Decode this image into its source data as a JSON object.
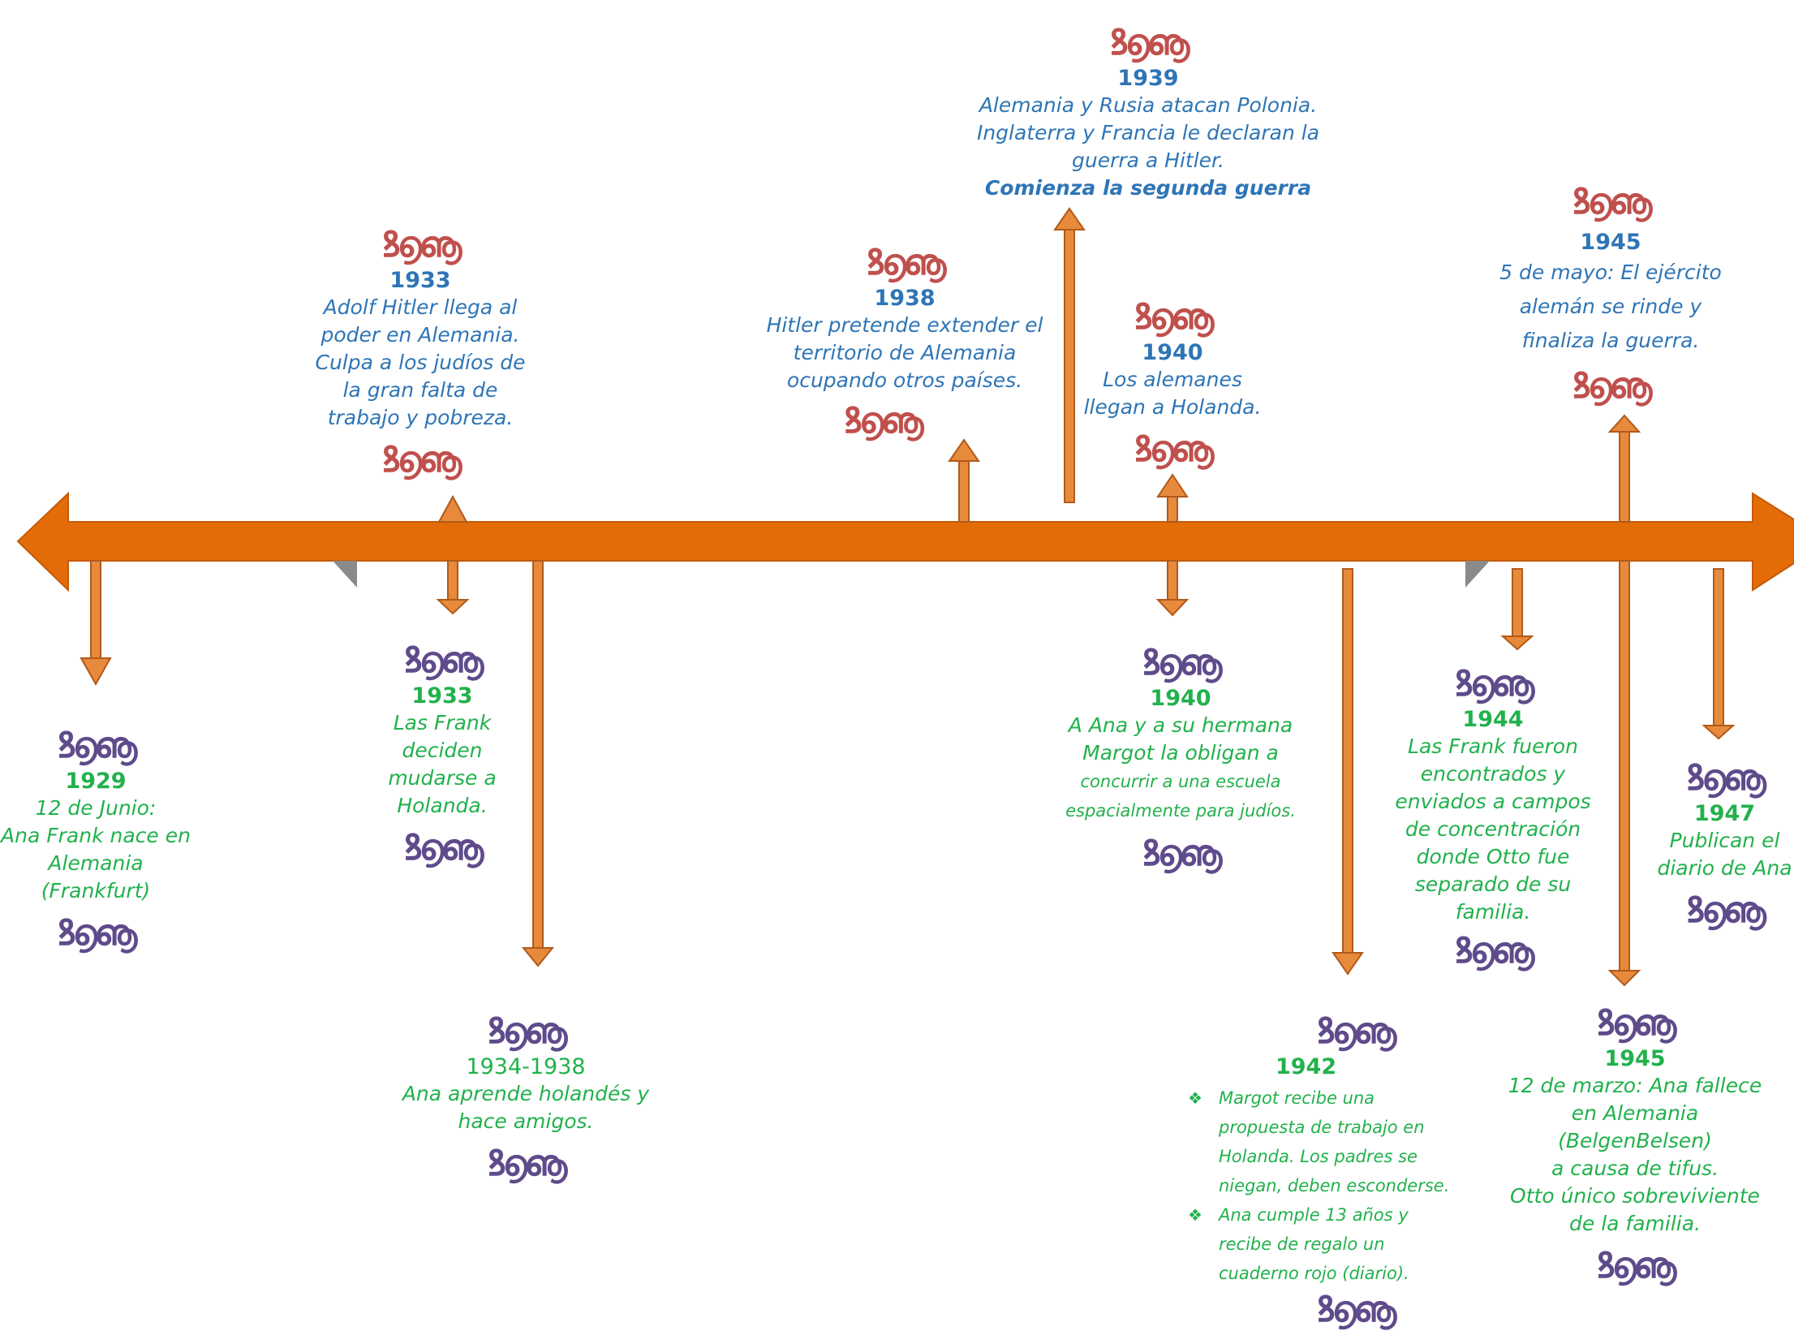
{
  "ornament": {
    "top": "ꝸ൭ൡ",
    "bottom": "ꝸ൭ൡ"
  },
  "colors": {
    "axis": "#e36c09",
    "arrow_fill": "#e88a3c",
    "arrow_stroke": "#b05a1a",
    "blue_text": "#2e75b6",
    "green_text": "#22b14c",
    "ornament_red": "#c0504d",
    "ornament_purple": "#5f4b8b"
  },
  "events": {
    "e1929": {
      "year": "1929",
      "lines": [
        "12 de Junio:",
        "Ana Frank nace en",
        "Alemania",
        "(Frankfurt)"
      ]
    },
    "e1933a": {
      "year": "1933",
      "lines": [
        "Adolf  Hitler llega al",
        "poder en Alemania.",
        "Culpa a los judíos de",
        "la gran falta de",
        "trabajo y pobreza."
      ]
    },
    "e1933b": {
      "year": "1933",
      "lines": [
        "Las Frank",
        "deciden",
        "mudarse a",
        "Holanda."
      ]
    },
    "e1934": {
      "year": "1934-1938",
      "lines": [
        "Ana aprende holandés y",
        "hace amigos."
      ]
    },
    "e1938": {
      "year": "1938",
      "lines": [
        "Hitler pretende extender el",
        "territorio de Alemania",
        "ocupando otros países."
      ]
    },
    "e1939": {
      "year": "1939",
      "lines": [
        "Alemania y Rusia atacan Polonia.",
        "Inglaterra y Francia le declaran la",
        "guerra a Hitler."
      ],
      "bold_line": "Comienza la segunda guerra"
    },
    "e1940a": {
      "year": "1940",
      "lines": [
        "Los alemanes",
        "llegan a Holanda."
      ]
    },
    "e1940b": {
      "year": "1940",
      "lines": [
        "A Ana y a su hermana",
        "Margot la obligan a",
        "concurrir a una escuela",
        "espacialmente para judíos."
      ]
    },
    "e1942": {
      "year": "1942",
      "bullets": [
        [
          "Margot recibe una",
          "propuesta de trabajo en",
          "Holanda. Los padres se",
          "niegan,  deben esconderse."
        ],
        [
          "Ana cumple 13 años y",
          "recibe de regalo un",
          "cuaderno rojo (diario)."
        ]
      ]
    },
    "e1944": {
      "year": "1944",
      "lines": [
        "Las Frank fueron",
        "encontrados y",
        "enviados a  campos",
        "de concentración",
        "donde Otto fue",
        "separado de su",
        "familia."
      ]
    },
    "e1945a": {
      "year": "1945",
      "lines": [
        "5 de mayo: El ejército",
        "alemán se rinde y",
        "finaliza la guerra."
      ]
    },
    "e1945b": {
      "year": "1945",
      "lines": [
        "12 de marzo: Ana fallece",
        "en Alemania",
        "(BelgenBelsen)",
        "a causa de tifus.",
        "Otto único sobreviviente",
        "de la familia."
      ]
    },
    "e1947": {
      "year": "1947",
      "lines": [
        "Publican el",
        "diario de Ana"
      ]
    }
  }
}
